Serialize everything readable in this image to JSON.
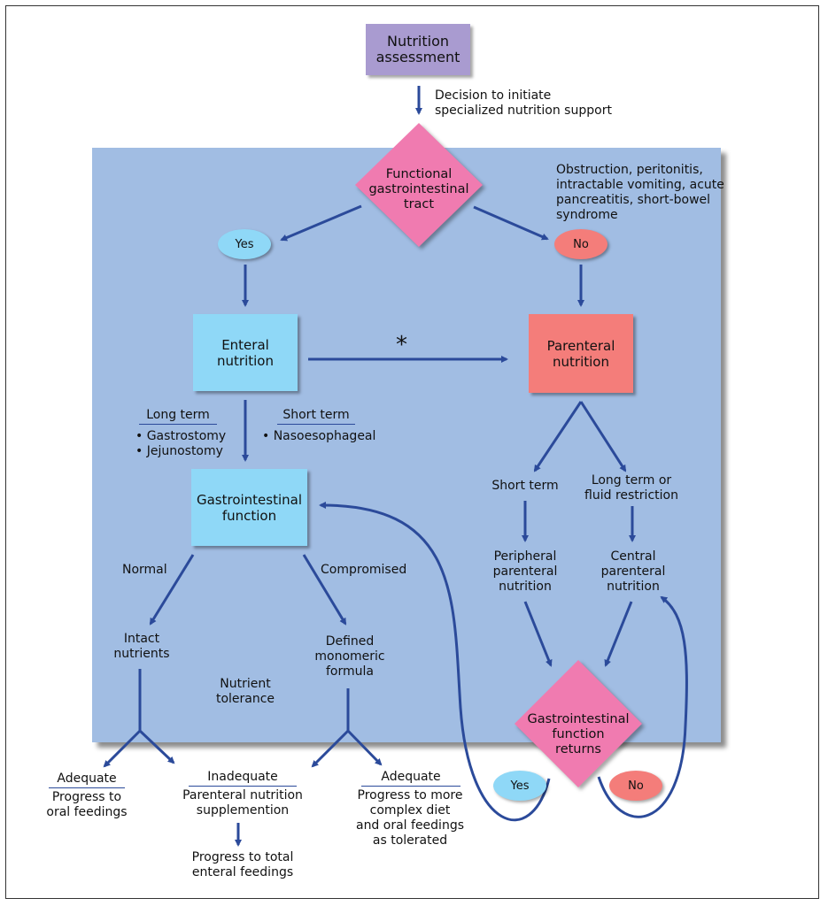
{
  "nodes": {
    "nutrition_assessment": "Nutrition\nassessment",
    "decision_note": "Decision to initiate\nspecialized nutrition support",
    "functional_gi_tract": "Functional\ngastrointestinal\ntract",
    "obstruction_note": "Obstruction, peritonitis,\nintractable vomiting, acute\npancreatitis, short-bowel\nsyndrome",
    "yes_top": "Yes",
    "no_top": "No",
    "enteral_nutrition": "Enteral\nnutrition",
    "parenteral_nutrition": "Parenteral\nnutrition",
    "asterisk": "*",
    "long_term_header": "Long term",
    "long_term_items": "• Gastrostomy\n• Jejunostomy",
    "short_term_header": "Short term",
    "short_term_items": "• Nasoesophageal",
    "gi_function": "Gastrointestinal\nfunction",
    "normal": "Normal",
    "compromised": "Compromised",
    "intact_nutrients": "Intact\nnutrients",
    "defined_formula": "Defined\nmonomeric\nformula",
    "nutrient_tolerance": "Nutrient\ntolerance",
    "pn_short_term": "Short term",
    "pn_long_term": "Long term or\nfluid restriction",
    "peripheral_pn": "Peripheral\nparenteral\nnutrition",
    "central_pn": "Central\nparenteral\nnutrition",
    "gi_function_returns": "Gastrointestinal\nfunction\nreturns",
    "yes_bottom": "Yes",
    "no_bottom": "No",
    "adequate_left_header": "Adequate",
    "adequate_left_body": "Progress to\noral feedings",
    "inadequate_header": "Inadequate",
    "inadequate_body": "Parenteral nutrition\nsupplemention",
    "progress_total": "Progress to total\nenteral feedings",
    "adequate_right_header": "Adequate",
    "adequate_right_body": "Progress to more\ncomplex diet\nand oral feedings\nas tolerated"
  },
  "colors": {
    "panel": "#a1bde3",
    "assessment_box": "#a99bd0",
    "diamond": "#f07bb0",
    "enteral_box": "#8fd8f7",
    "parenteral_box": "#f47d7a",
    "yes_oval": "#8fd8f7",
    "no_oval": "#f47d7a",
    "arrow": "#2b4a9a"
  }
}
